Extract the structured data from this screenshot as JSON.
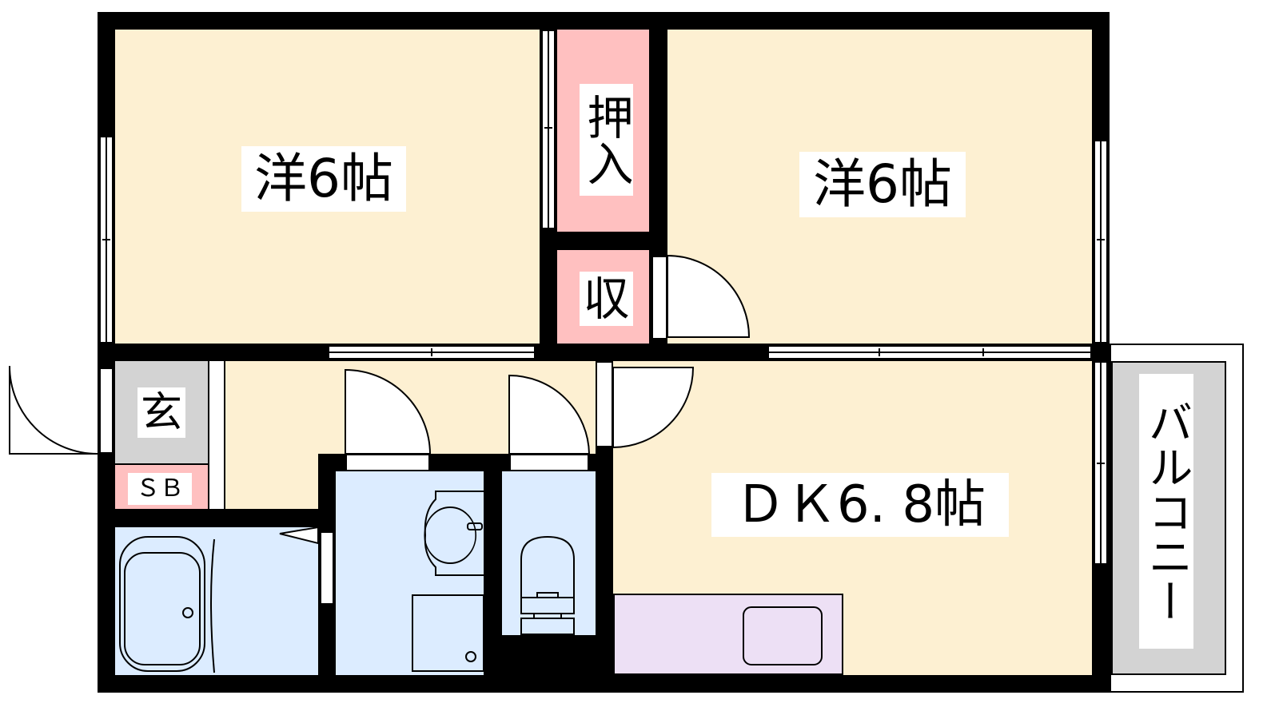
{
  "floorplan": {
    "rooms": {
      "western_room_left": "洋6帖",
      "western_room_right": "洋6帖",
      "closet": "押入",
      "storage": "収",
      "entrance": "玄",
      "shoe_box": "ＳＢ",
      "dining_kitchen": "ＤＫ6. 8帖",
      "balcony": "バルコニー"
    },
    "colors": {
      "room_floor": "#fdf0d2",
      "storage": "#ffc0c0",
      "wet_area": "#dcecff",
      "entrance": "#d3d3d3",
      "kitchen": "#ede0f5",
      "wall": "#000000"
    }
  }
}
